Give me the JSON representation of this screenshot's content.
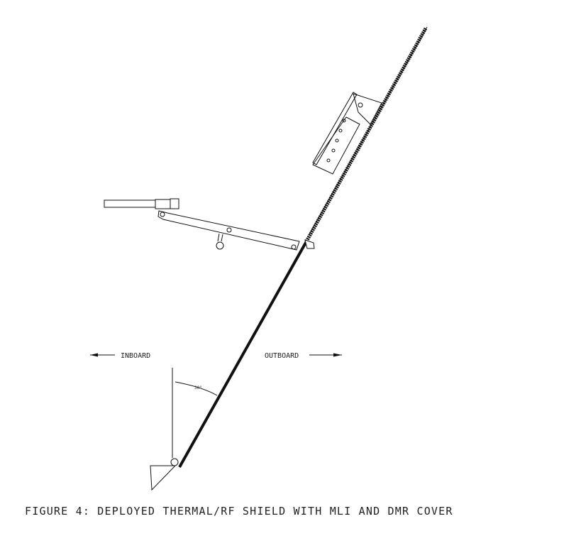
{
  "labels": {
    "inboard": "INBOARD",
    "outboard": "OUTBOARD",
    "angle": "30°"
  },
  "caption": "FIGURE 4: DEPLOYED THERMAL/RF SHIELD WITH MLI AND DMR COVER",
  "colors": {
    "ink": "#111111",
    "paper": "#ffffff"
  }
}
